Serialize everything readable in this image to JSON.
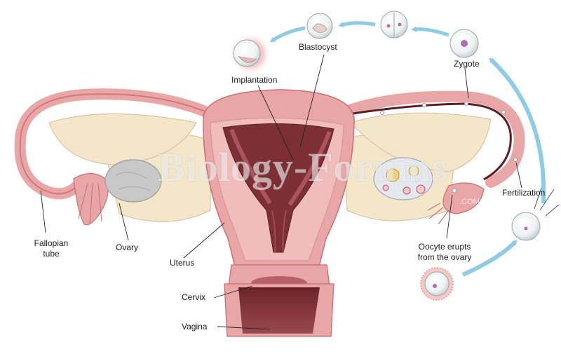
{
  "labels": {
    "blastocyst": "Blastocyst",
    "zygote": "Zygote",
    "implantation": "Implantation",
    "fertilization": "Fertilization",
    "fallopian_tube": "Fallopian\ntube",
    "ovary": "Ovary",
    "uterus": "Uterus",
    "cervix": "Cervix",
    "vagina": "Vagina",
    "oocyte": "Oocyte erupts\nfrom the ovary"
  },
  "watermark": {
    "logo_text": "Biology-Forums",
    "sub_text": ".COM"
  },
  "colors": {
    "tissue": "#e9a6a6",
    "tissue_dark": "#d2787c",
    "cavity": "#7c2f35",
    "ligament": "#f3e6c9",
    "arrow": "#8fcbe2",
    "ovary": "#c8c8c8"
  }
}
